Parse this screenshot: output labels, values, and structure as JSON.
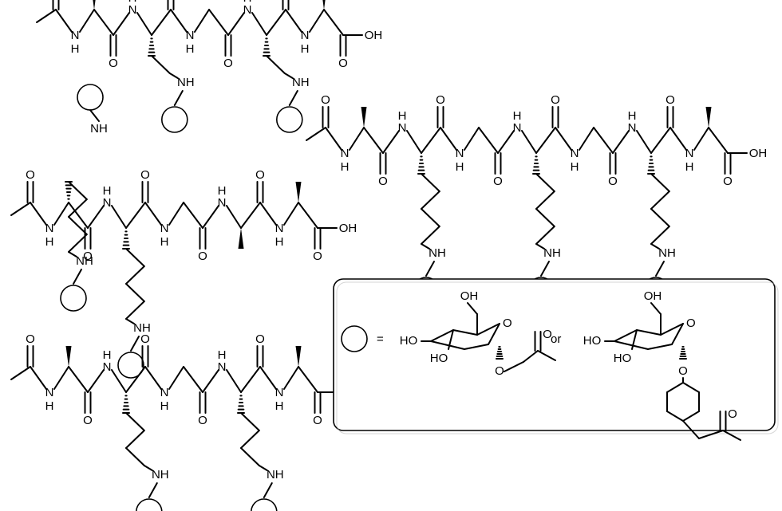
{
  "labels": {
    "amide_n": "N",
    "amide_h": "H",
    "amine": "NH",
    "oxygen": "O",
    "acid": "OH",
    "hydroxyl_left": "HO",
    "hydroxyl": "OH"
  },
  "legend": {
    "equals": "=",
    "or": "or"
  }
}
